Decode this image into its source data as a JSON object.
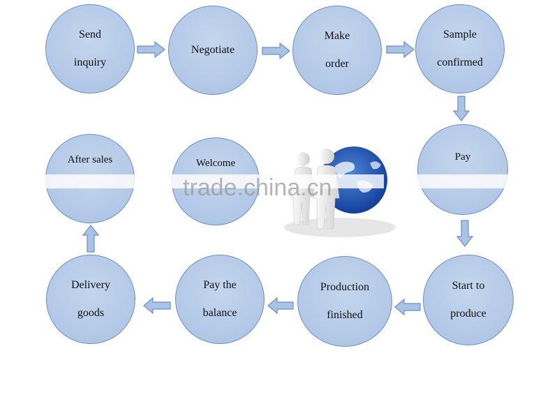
{
  "steps": {
    "send_inquiry": "Send\ninquiry",
    "negotiate": "Negotiate",
    "make_order": "Make\norder",
    "sample_confirmed": "Sample\nconfirmed",
    "pay": "Pay",
    "start_to_produce": "Start to\nproduce",
    "production_finished": "Production\nfinished",
    "pay_the_balance": "Pay the\nbalance",
    "delivery_goods": "Delivery\ngoods",
    "after_sales": "After sales",
    "welcome": "Welcome"
  },
  "watermark": "trade.china.cn",
  "colors": {
    "circle_fill": "#b3c9e7",
    "circle_border": "#6c8fc0",
    "arrow_fill": "#a9c3e6",
    "arrow_border": "#6c8fc0"
  }
}
